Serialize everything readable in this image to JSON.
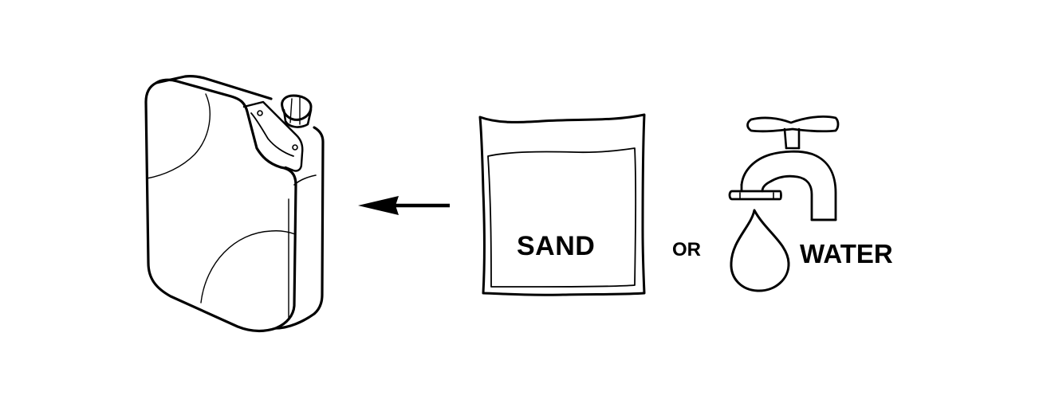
{
  "diagram": {
    "icons": {
      "container": "water-container-icon",
      "arrow": "arrow-left-icon",
      "bag": "sand-bag-icon",
      "tap": "water-tap-icon",
      "drop": "water-drop-icon"
    },
    "labels": {
      "sand": "SAND",
      "or": "OR",
      "water": "WATER"
    },
    "colors": {
      "ink": "#000000",
      "background": "#ffffff"
    }
  }
}
